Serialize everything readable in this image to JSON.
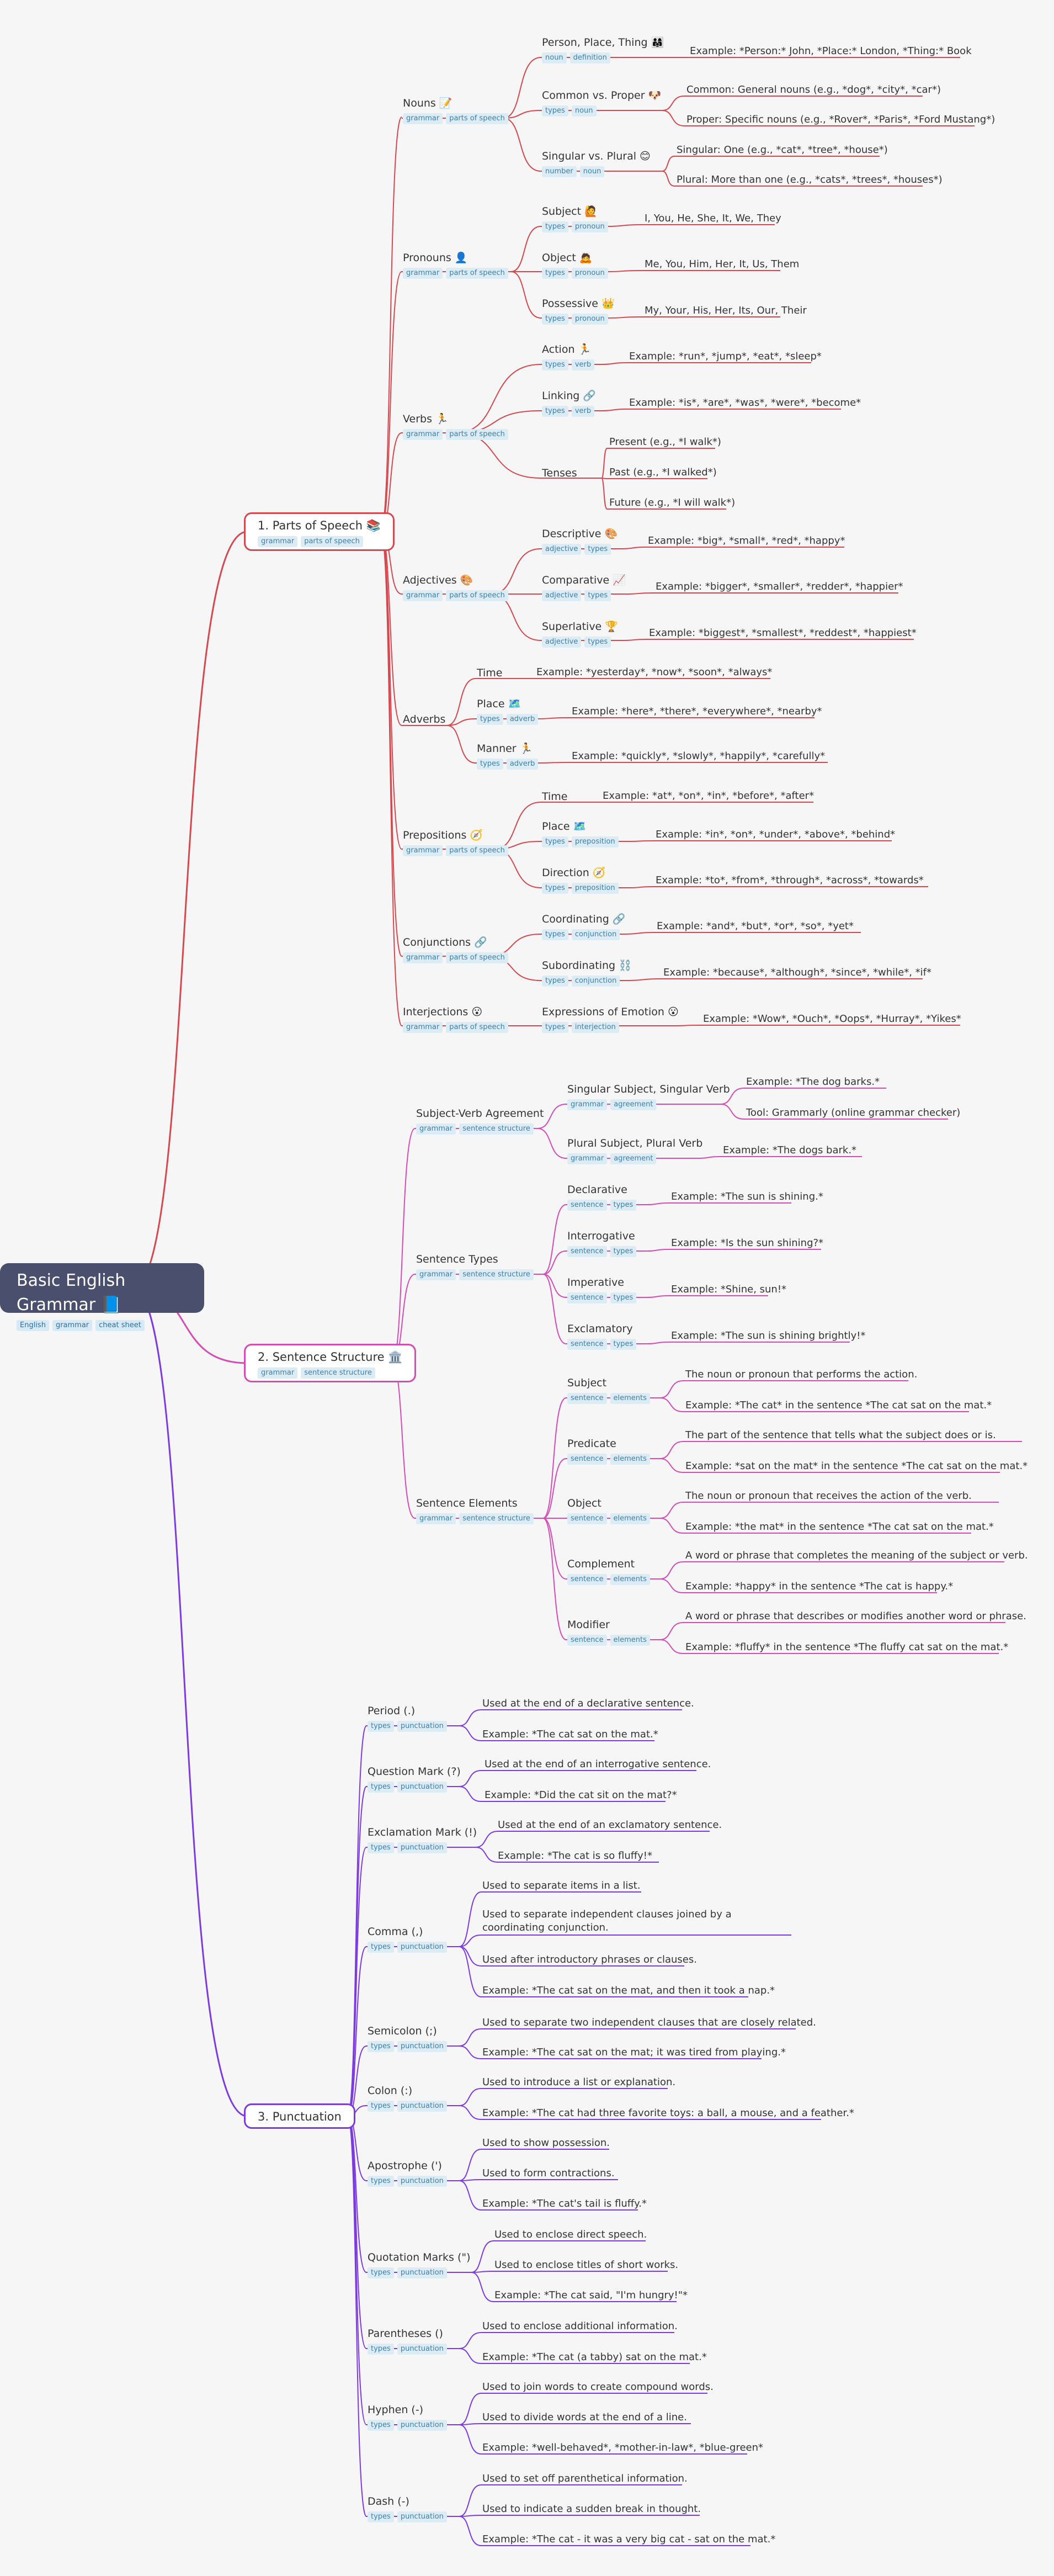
{
  "root": {
    "title": "Basic English Grammar",
    "icon": "📘",
    "tags": [
      "English",
      "grammar",
      "cheat sheet"
    ]
  },
  "colors": {
    "root_bg": "#4a4f6d",
    "b1": "#d6484f",
    "b2": "#d54cb6",
    "b3": "#7c3be0",
    "tag_bg": "#dcecf5",
    "tag_text": "#3a7fae"
  },
  "b1": {
    "label": "1. Parts of Speech 📚",
    "tags": [
      "grammar",
      "parts of speech"
    ],
    "nouns": {
      "label": "Nouns 📝",
      "tags": [
        "grammar",
        "parts of speech"
      ],
      "ppt": {
        "label": "Person, Place, Thing 👨‍👩‍👧",
        "tags": [
          "noun",
          "definition"
        ],
        "ex": "Example: *Person:* John, *Place:* London, *Thing:* Book"
      },
      "cvp": {
        "label": "Common vs. Proper 🐶",
        "tags": [
          "types",
          "noun"
        ],
        "common": "Common: General nouns (e.g., *dog*, *city*, *car*)",
        "proper": "Proper: Specific nouns (e.g., *Rover*, *Paris*, *Ford Mustang*)"
      },
      "svp": {
        "label": "Singular vs. Plural 😊",
        "tags": [
          "number",
          "noun"
        ],
        "singular": "Singular: One (e.g., *cat*, *tree*, *house*)",
        "plural": "Plural: More than one (e.g., *cats*, *trees*, *houses*)"
      }
    },
    "pronouns": {
      "label": "Pronouns 👤",
      "tags": [
        "grammar",
        "parts of speech"
      ],
      "subject": {
        "label": "Subject 🙋",
        "tags": [
          "types",
          "pronoun"
        ],
        "ex": "I, You, He, She, It, We, They"
      },
      "object": {
        "label": "Object 🙇",
        "tags": [
          "types",
          "pronoun"
        ],
        "ex": "Me, You, Him, Her, It, Us, Them"
      },
      "possessive": {
        "label": "Possessive 👑",
        "tags": [
          "types",
          "pronoun"
        ],
        "ex": "My, Your, His, Her, Its, Our, Their"
      }
    },
    "verbs": {
      "label": "Verbs 🏃",
      "tags": [
        "grammar",
        "parts of speech"
      ],
      "action": {
        "label": "Action 🏃",
        "tags": [
          "types",
          "verb"
        ],
        "ex": "Example: *run*, *jump*, *eat*, *sleep*"
      },
      "linking": {
        "label": "Linking 🔗",
        "tags": [
          "types",
          "verb"
        ],
        "ex": "Example: *is*, *are*, *was*, *were*, *become*"
      },
      "tenses": {
        "label": "Tenses",
        "present": "Present (e.g., *I walk*)",
        "past": "Past (e.g., *I walked*)",
        "future": "Future (e.g., *I will walk*)"
      }
    },
    "adjectives": {
      "label": "Adjectives 🎨",
      "tags": [
        "grammar",
        "parts of speech"
      ],
      "descriptive": {
        "label": "Descriptive 🎨",
        "tags": [
          "adjective",
          "types"
        ],
        "ex": "Example: *big*, *small*, *red*, *happy*"
      },
      "comparative": {
        "label": "Comparative 📈",
        "tags": [
          "adjective",
          "types"
        ],
        "ex": "Example: *bigger*, *smaller*, *redder*, *happier*"
      },
      "superlative": {
        "label": "Superlative 🏆",
        "tags": [
          "adjective",
          "types"
        ],
        "ex": "Example: *biggest*, *smallest*, *reddest*, *happiest*"
      }
    },
    "adverbs": {
      "label": "Adverbs",
      "time": {
        "label": "Time",
        "ex": "Example: *yesterday*, *now*, *soon*, *always*"
      },
      "place": {
        "label": "Place 🗺️",
        "tags": [
          "types",
          "adverb"
        ],
        "ex": "Example: *here*, *there*, *everywhere*, *nearby*"
      },
      "manner": {
        "label": "Manner 🏃",
        "tags": [
          "types",
          "adverb"
        ],
        "ex": "Example: *quickly*, *slowly*, *happily*, *carefully*"
      }
    },
    "prepositions": {
      "label": "Prepositions 🧭",
      "tags": [
        "grammar",
        "parts of speech"
      ],
      "time": {
        "label": "Time",
        "ex": "Example: *at*, *on*, *in*, *before*, *after*"
      },
      "place": {
        "label": "Place 🗺️",
        "tags": [
          "types",
          "preposition"
        ],
        "ex": "Example: *in*, *on*, *under*, *above*, *behind*"
      },
      "direction": {
        "label": "Direction 🧭",
        "tags": [
          "types",
          "preposition"
        ],
        "ex": "Example: *to*, *from*, *through*, *across*, *towards*"
      }
    },
    "conjunctions": {
      "label": "Conjunctions 🔗",
      "tags": [
        "grammar",
        "parts of speech"
      ],
      "coordinating": {
        "label": "Coordinating 🔗",
        "tags": [
          "types",
          "conjunction"
        ],
        "ex": "Example: *and*, *but*, *or*, *so*, *yet*"
      },
      "subordinating": {
        "label": "Subordinating ⛓️",
        "tags": [
          "types",
          "conjunction"
        ],
        "ex": "Example: *because*, *although*, *since*, *while*, *if*"
      }
    },
    "interjections": {
      "label": "Interjections 😮",
      "tags": [
        "grammar",
        "parts of speech"
      ],
      "emotion": {
        "label": "Expressions of Emotion 😮",
        "tags": [
          "types",
          "interjection"
        ],
        "ex": "Example: *Wow*, *Ouch*, *Oops*, *Hurray*, *Yikes*"
      }
    }
  },
  "b2": {
    "label": "2. Sentence Structure 🏛️",
    "tags": [
      "grammar",
      "sentence structure"
    ],
    "sva": {
      "label": "Subject-Verb Agreement",
      "tags": [
        "grammar",
        "sentence structure"
      ],
      "singular": {
        "label": "Singular Subject, Singular Verb",
        "tags": [
          "grammar",
          "agreement"
        ],
        "ex": "Example: *The dog barks.*",
        "tool": "Tool: Grammarly (online grammar checker)"
      },
      "plural": {
        "label": "Plural Subject, Plural Verb",
        "tags": [
          "grammar",
          "agreement"
        ],
        "ex": "Example: *The dogs bark.*"
      }
    },
    "types": {
      "label": "Sentence Types",
      "tags": [
        "grammar",
        "sentence structure"
      ],
      "declarative": {
        "label": "Declarative",
        "tags": [
          "sentence",
          "types"
        ],
        "ex": "Example: *The sun is shining.*"
      },
      "interrogative": {
        "label": "Interrogative",
        "tags": [
          "sentence",
          "types"
        ],
        "ex": "Example: *Is the sun shining?*"
      },
      "imperative": {
        "label": "Imperative",
        "tags": [
          "sentence",
          "types"
        ],
        "ex": "Example: *Shine, sun!*"
      },
      "exclamatory": {
        "label": "Exclamatory",
        "tags": [
          "sentence",
          "types"
        ],
        "ex": "Example: *The sun is shining brightly!*"
      }
    },
    "elements": {
      "label": "Sentence Elements",
      "tags": [
        "grammar",
        "sentence structure"
      ],
      "subject": {
        "label": "Subject",
        "tags": [
          "sentence",
          "elements"
        ],
        "def": "The noun or pronoun that performs the action.",
        "ex": "Example: *The cat* in the sentence *The cat sat on the mat.*"
      },
      "predicate": {
        "label": "Predicate",
        "tags": [
          "sentence",
          "elements"
        ],
        "def": "The part of the sentence that tells what the subject does or is.",
        "ex": "Example: *sat on the mat* in the sentence *The cat sat on the mat.*"
      },
      "object": {
        "label": "Object",
        "tags": [
          "sentence",
          "elements"
        ],
        "def": "The noun or pronoun that receives the action of the verb.",
        "ex": "Example: *the mat* in the sentence *The cat sat on the mat.*"
      },
      "complement": {
        "label": "Complement",
        "tags": [
          "sentence",
          "elements"
        ],
        "def": "A word or phrase that completes the meaning of the subject or verb.",
        "ex": "Example: *happy* in the sentence *The cat is happy.*"
      },
      "modifier": {
        "label": "Modifier",
        "tags": [
          "sentence",
          "elements"
        ],
        "def": "A word or phrase that describes or modifies another word or phrase.",
        "ex": "Example: *fluffy* in the sentence *The fluffy cat sat on the mat.*"
      }
    }
  },
  "b3": {
    "label": "3. Punctuation",
    "period": {
      "label": "Period (.)",
      "tags": [
        "types",
        "punctuation"
      ],
      "u1": "Used at the end of a declarative sentence.",
      "ex": "Example: *The cat sat on the mat.*"
    },
    "question": {
      "label": "Question Mark (?)",
      "tags": [
        "types",
        "punctuation"
      ],
      "u1": "Used at the end of an interrogative sentence.",
      "ex": "Example: *Did the cat sit on the mat?*"
    },
    "exclamation": {
      "label": "Exclamation Mark (!)",
      "tags": [
        "types",
        "punctuation"
      ],
      "u1": "Used at the end of an exclamatory sentence.",
      "ex": "Example: *The cat is so fluffy!*"
    },
    "comma": {
      "label": "Comma (,)",
      "tags": [
        "types",
        "punctuation"
      ],
      "u1": "Used to separate items in a list.",
      "u2": "Used to separate independent clauses joined by a coordinating conjunction.",
      "u3": "Used after introductory phrases or clauses.",
      "ex": "Example: *The cat sat on the mat, and then it took a nap.*"
    },
    "semicolon": {
      "label": "Semicolon (;)",
      "tags": [
        "types",
        "punctuation"
      ],
      "u1": "Used to separate two independent clauses that are closely related.",
      "ex": "Example: *The cat sat on the mat; it was tired from playing.*"
    },
    "colon": {
      "label": "Colon (:)",
      "tags": [
        "types",
        "punctuation"
      ],
      "u1": "Used to introduce a list or explanation.",
      "ex": "Example: *The cat had three favorite toys: a ball, a mouse, and a feather.*"
    },
    "apostrophe": {
      "label": "Apostrophe (')",
      "tags": [
        "types",
        "punctuation"
      ],
      "u1": "Used to show possession.",
      "u2": "Used to form contractions.",
      "ex": "Example: *The cat's tail is fluffy.*"
    },
    "quotation": {
      "label": "Quotation Marks (\")",
      "tags": [
        "types",
        "punctuation"
      ],
      "u1": "Used to enclose direct speech.",
      "u2": "Used to enclose titles of short works.",
      "ex": "Example: *The cat said, \"I'm hungry!\"*"
    },
    "parentheses": {
      "label": "Parentheses ()",
      "tags": [
        "types",
        "punctuation"
      ],
      "u1": "Used to enclose additional information.",
      "ex": "Example: *The cat (a tabby) sat on the mat.*"
    },
    "hyphen": {
      "label": "Hyphen (-)",
      "tags": [
        "types",
        "punctuation"
      ],
      "u1": "Used to join words to create compound words.",
      "u2": "Used to divide words at the end of a line.",
      "ex": "Example: *well-behaved*, *mother-in-law*, *blue-green*"
    },
    "dash": {
      "label": "Dash (-)",
      "tags": [
        "types",
        "punctuation"
      ],
      "u1": "Used to set off parenthetical information.",
      "u2": "Used to indicate a sudden break in thought.",
      "ex": "Example: *The cat - it was a very big cat - sat on the mat.*"
    }
  }
}
